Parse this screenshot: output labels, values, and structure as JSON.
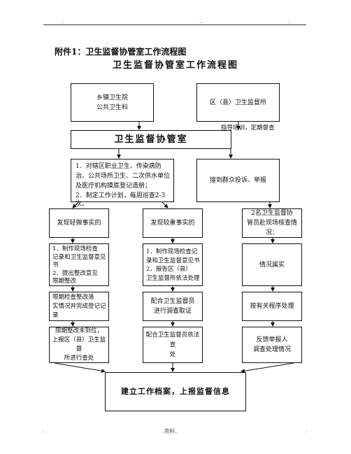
{
  "header": {
    "marks": [
      ".",
      "..",
      "."
    ]
  },
  "annex_label": "附件1：卫生监督协管室工作流程图",
  "title": "卫生监督协管室工作流程图",
  "boxes": {
    "township": [
      "乡镇卫生院",
      "公共卫生科"
    ],
    "county": "区（县）卫生监督所",
    "office": "卫生监督协管室",
    "duty": [
      "1．对辖区职业卫生、传染病防",
      "治、公共场所卫生、二次供水单位",
      "及医疗机构摸底登记造册；",
      "2．制定工作计划，每周巡查2-3",
      "次。"
    ],
    "report": "接到群众投诉、举报",
    "minor": "发现轻微事实的",
    "major": "发现较重事实的",
    "inspector_dup": [
      "2名卫生监督协",
      "管员赴现场核查情",
      "况："
    ],
    "minor_act": [
      "1．制作现场检查",
      "记录和卫生监督意见",
      "书",
      "2．提出整改意见",
      "限期整改"
    ],
    "major_act": [
      "1．制作现场检查记",
      "录和卫生监督意见书",
      "2．报告区（县）",
      "卫生监督所依法处理"
    ],
    "verify": "情况属实",
    "minor_review": [
      "限期检查整改落",
      "实情况并完成登记记",
      "录"
    ],
    "major_assist": [
      "配合卫生监督员",
      "进行调查取证"
    ],
    "transfer": "按有关程序处理",
    "minor_overdue": [
      "限期整改未到位，",
      "上报区（县）卫生监督",
      "所进行查处"
    ],
    "major_enforce": [
      "配合卫生监督员依法查",
      "处"
    ],
    "feedback": [
      "反馈举报人",
      "调查处理情况"
    ],
    "final": "建立工作档案，上报监督信息"
  },
  "annotation": "指导培训，定期督查",
  "footer": {
    "left": ".",
    "center": ".资料.",
    "right": "."
  }
}
